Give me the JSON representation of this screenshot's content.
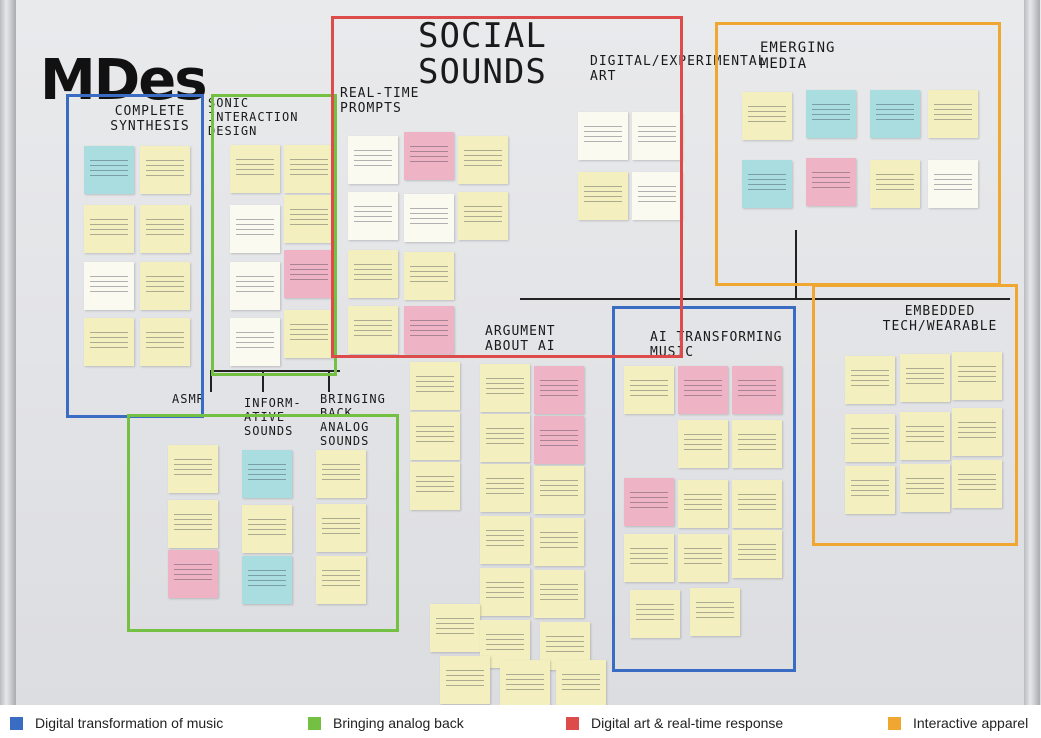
{
  "photo": {
    "brand": "MDes",
    "headings": {
      "social_sounds": "SOCIAL SOUNDS",
      "complete_synthesis": "COMPLETE SYNTHESIS",
      "sonic_interaction": "SONIC INTERACTION DESIGN",
      "real_time_prompts": "REAL-TIME PROMPTS",
      "digital_art": "DIGITAL/EXPERIMENTAL ART",
      "emerging_media": "EMERGING MEDIA",
      "argument_ai": "ARGUMENT ABOUT AI",
      "ai_transforming": "AI TRANSFORMING MUSIC",
      "embedded_tech": "EMBEDDED TECH/WEARABLE",
      "asmr": "ASMR",
      "informative": "INFORM-ATIVE SOUNDS",
      "bringing_back": "BRINGING BACK ANALOG SOUNDS"
    }
  },
  "legend": [
    {
      "label": "Digital transformation of music",
      "color": "#3b6cc4"
    },
    {
      "label": "Bringing analog back",
      "color": "#73c043"
    },
    {
      "label": "Digital art & real-time response",
      "color": "#de4b4b"
    },
    {
      "label": "Interactive apparel",
      "color": "#f0a732"
    }
  ]
}
